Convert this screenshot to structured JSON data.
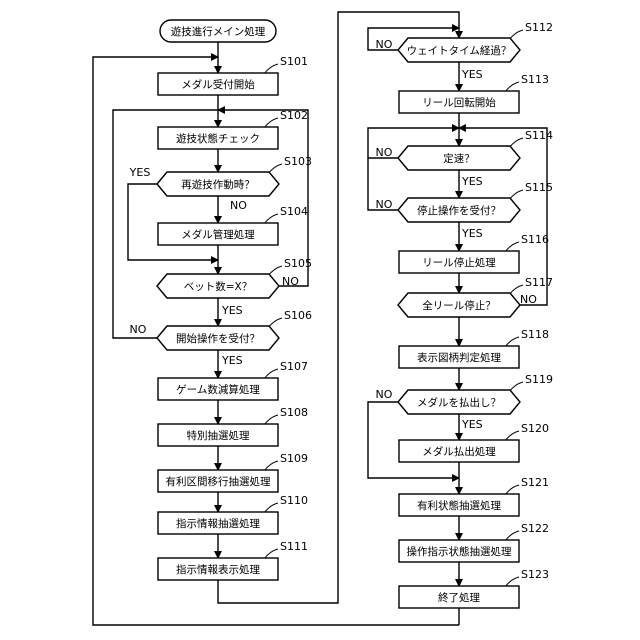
{
  "start": {
    "text": "遊技進行メイン処理"
  },
  "nodes": {
    "s101": {
      "text": "メダル受付開始",
      "step": "S101"
    },
    "s102": {
      "text": "遊技状態チェック",
      "step": "S102"
    },
    "s103": {
      "text": "再遊技作動時？",
      "step": "S103"
    },
    "s104": {
      "text": "メダル管理処理",
      "step": "S104"
    },
    "s105": {
      "text": "ベット数=X？",
      "step": "S105"
    },
    "s106": {
      "text": "開始操作を受付？",
      "step": "S106"
    },
    "s107": {
      "text": "ゲーム数減算処理",
      "step": "S107"
    },
    "s108": {
      "text": "特別抽選処理",
      "step": "S108"
    },
    "s109": {
      "text": "有利区間移行抽選処理",
      "step": "S109"
    },
    "s110": {
      "text": "指示情報抽選処理",
      "step": "S110"
    },
    "s111": {
      "text": "指示情報表示処理",
      "step": "S111"
    },
    "s112": {
      "text": "ウェイトタイム経過？",
      "step": "S112"
    },
    "s113": {
      "text": "リール回転開始",
      "step": "S113"
    },
    "s114": {
      "text": "定速？",
      "step": "S114"
    },
    "s115": {
      "text": "停止操作を受付？",
      "step": "S115"
    },
    "s116": {
      "text": "リール停止処理",
      "step": "S116"
    },
    "s117": {
      "text": "全リール停止？",
      "step": "S117"
    },
    "s118": {
      "text": "表示図柄判定処理",
      "step": "S118"
    },
    "s119": {
      "text": "メダルを払出し？",
      "step": "S119"
    },
    "s120": {
      "text": "メダル払出処理",
      "step": "S120"
    },
    "s121": {
      "text": "有利状態抽選処理",
      "step": "S121"
    },
    "s122": {
      "text": "操作指示状態抽選処理",
      "step": "S122"
    },
    "s123": {
      "text": "終了処理",
      "step": "S123"
    }
  },
  "labels": {
    "yes": "YES",
    "no": "NO"
  }
}
